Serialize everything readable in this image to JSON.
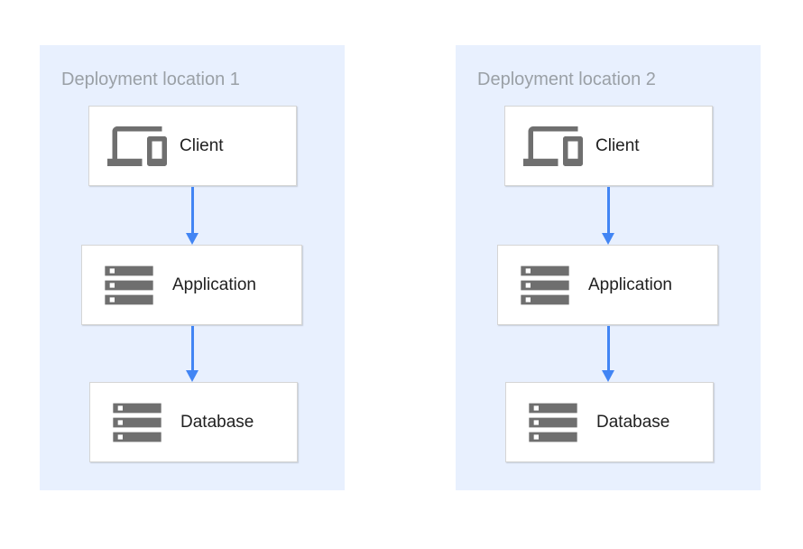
{
  "diagram": {
    "panels": [
      {
        "title": "Deployment location 1",
        "nodes": [
          {
            "label": "Client",
            "icon": "devices-icon"
          },
          {
            "label": "Application",
            "icon": "storage-icon"
          },
          {
            "label": "Database",
            "icon": "storage-icon"
          }
        ],
        "arrows": [
          {
            "from": "Client",
            "to": "Application"
          },
          {
            "from": "Application",
            "to": "Database"
          }
        ]
      },
      {
        "title": "Deployment location 2",
        "nodes": [
          {
            "label": "Client",
            "icon": "devices-icon"
          },
          {
            "label": "Application",
            "icon": "storage-icon"
          },
          {
            "label": "Database",
            "icon": "storage-icon"
          }
        ],
        "arrows": [
          {
            "from": "Client",
            "to": "Application"
          },
          {
            "from": "Application",
            "to": "Database"
          }
        ]
      }
    ]
  },
  "colors": {
    "page_background": "#FFFFFF",
    "panel_background": "#E8F0FE",
    "title_gray": "#9AA0A6",
    "node_background": "#FFFFFF",
    "node_border": "#D5D5D5",
    "label_text": "#212121",
    "icon_gray": "#6F6F6F",
    "arrow_blue": "#4285F4"
  }
}
